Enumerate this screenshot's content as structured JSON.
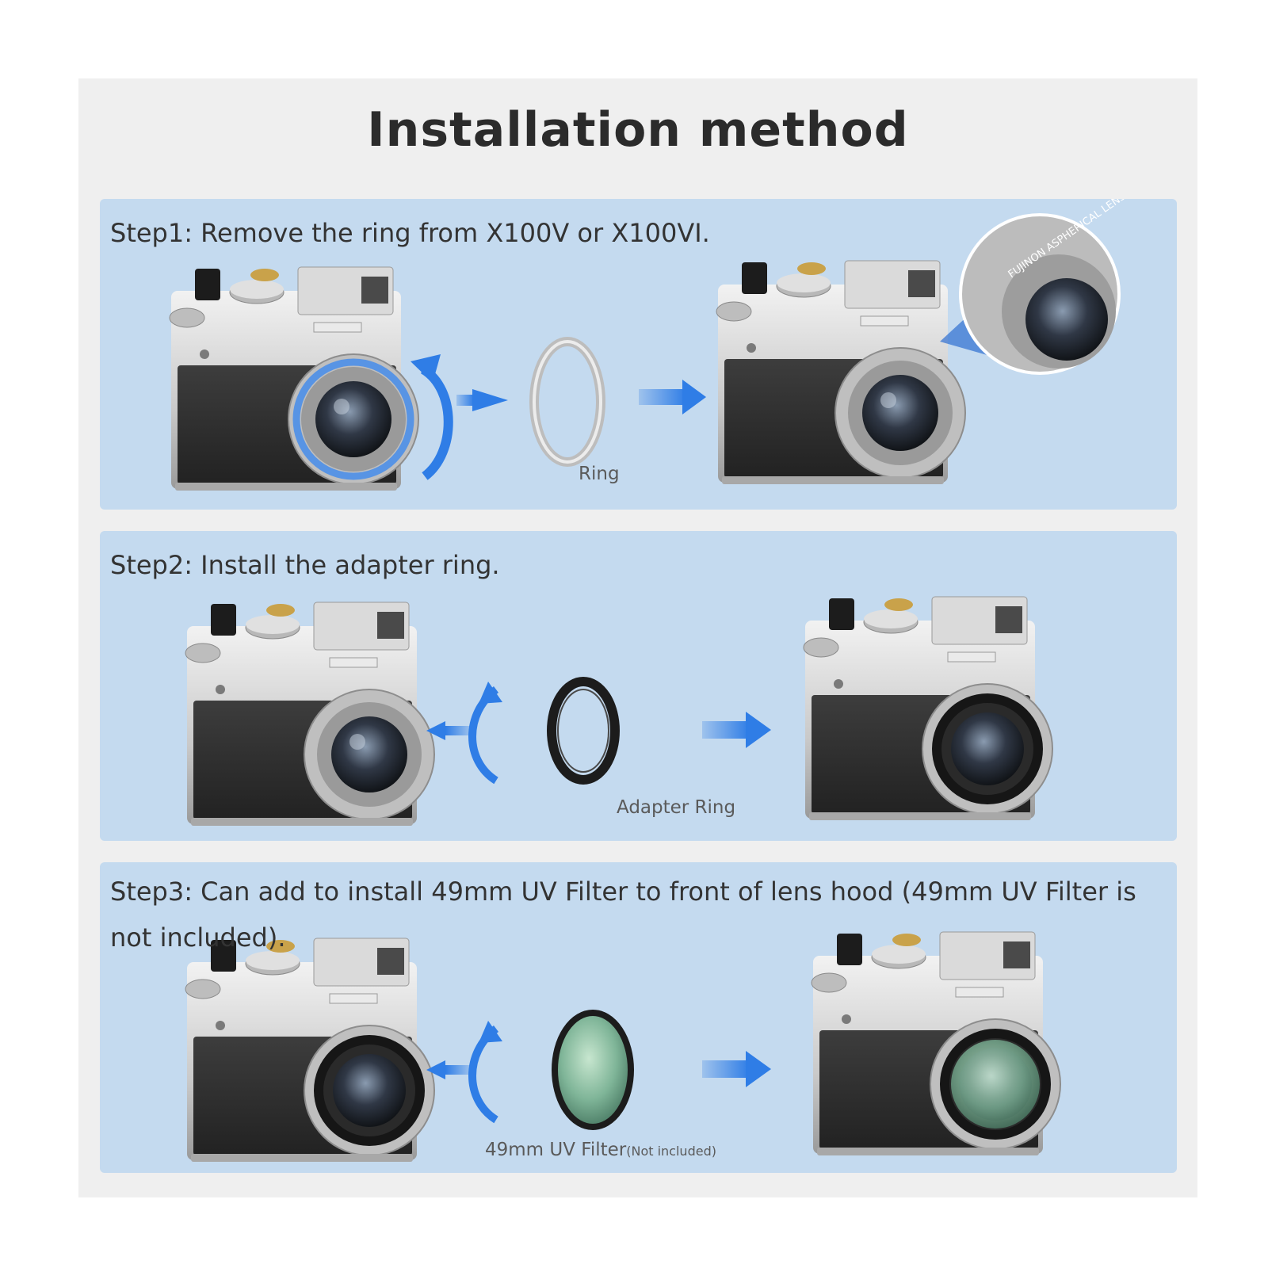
{
  "title": "Installation method",
  "colors": {
    "panel": "#c4daef",
    "accent_blue": "#2f7de6",
    "background": "#efefef"
  },
  "steps": [
    {
      "text": "Step1: Remove the ring from X100V or X100VI.",
      "caption": "Ring"
    },
    {
      "text": "Step2: Install the adapter ring.",
      "caption": "Adapter Ring"
    },
    {
      "text": "Step3: Can add to install 49mm UV Filter to front of lens hood (49mm UV Filter is not included).",
      "caption": "49mm UV Filter",
      "caption_note": "(Not included)"
    }
  ],
  "lens_marking": "FUJINON ASPHERICAL LENS",
  "icons": [
    "camera",
    "rotate-arrow",
    "right-arrow",
    "left-arrow",
    "ring",
    "adapter-ring",
    "uv-filter",
    "magnifier-zoom"
  ]
}
